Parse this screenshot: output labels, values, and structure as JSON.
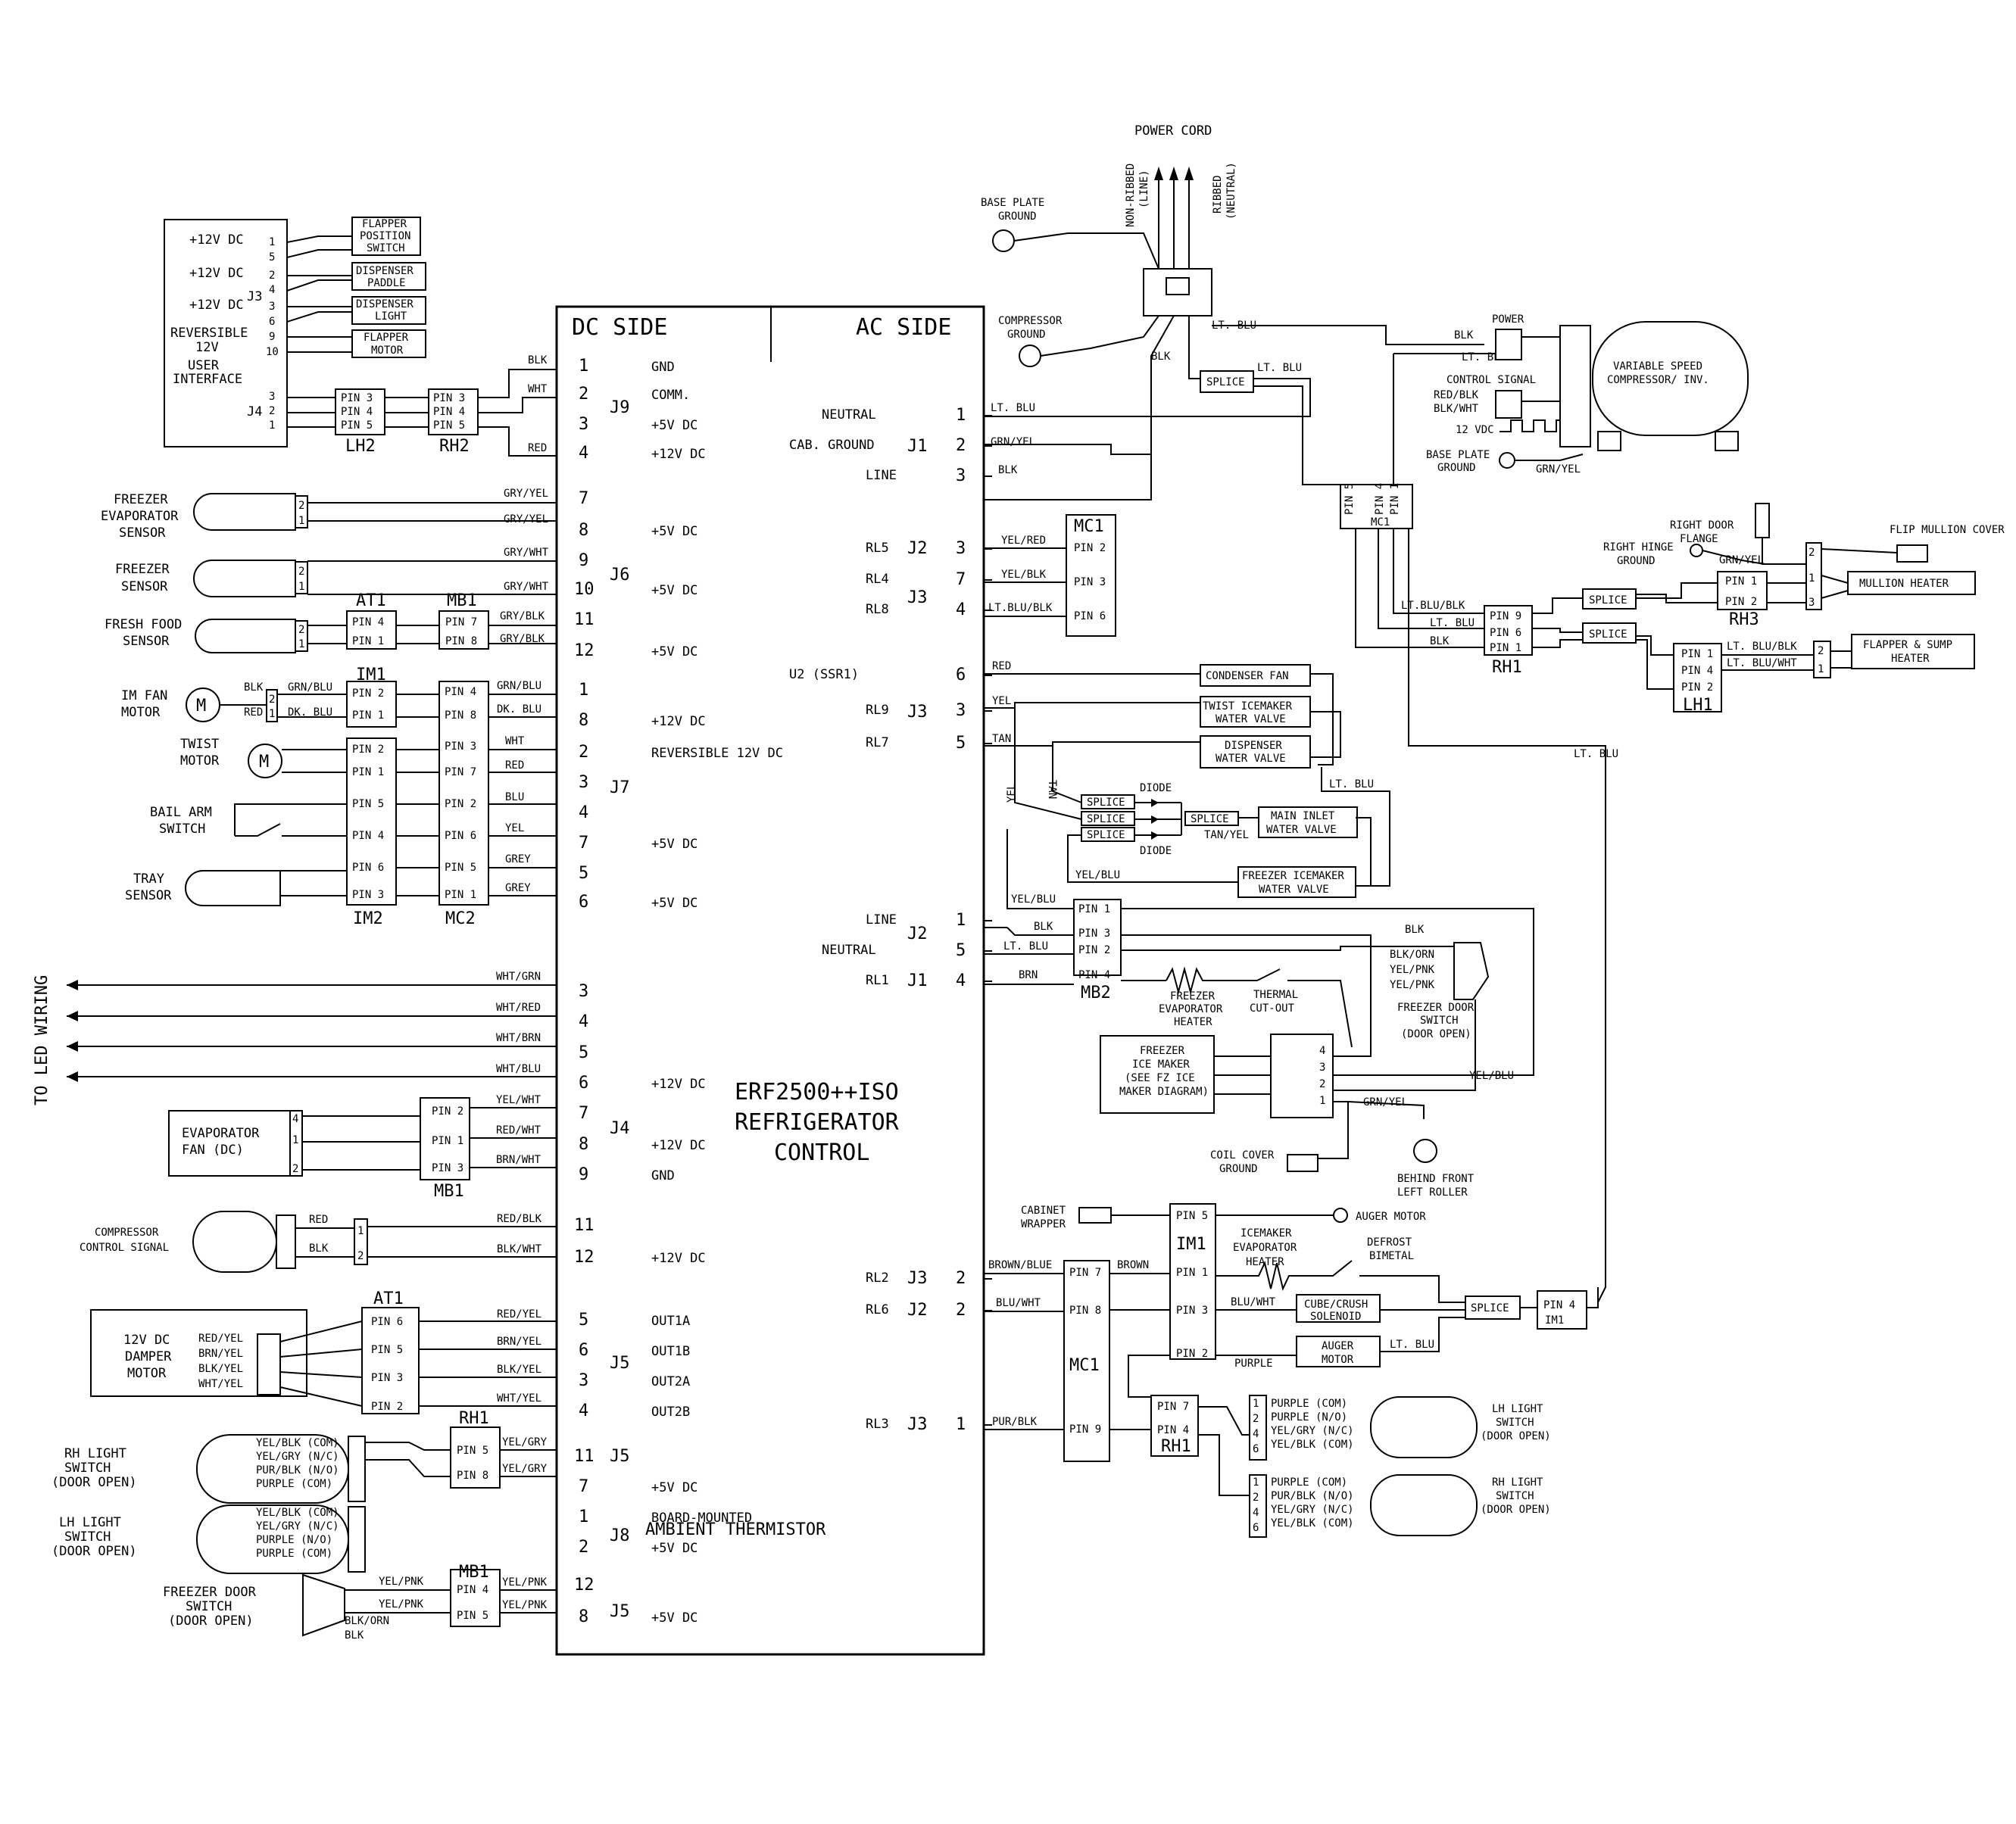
{
  "board": {
    "dc_side": "DC SIDE",
    "ac_side": "AC SIDE",
    "title": [
      "ERF2500++ISO",
      "REFRIGERATOR",
      "CONTROL"
    ]
  },
  "dc_headers": [
    {
      "pin": "1",
      "conn": "",
      "fn": "GND"
    },
    {
      "pin": "2",
      "conn": "J9",
      "fn": "COMM."
    },
    {
      "pin": "3",
      "conn": "",
      "fn": "+5V DC"
    },
    {
      "pin": "4",
      "conn": "",
      "fn": "+12V DC"
    },
    {
      "pin": "7",
      "conn": "",
      "fn": ""
    },
    {
      "pin": "8",
      "conn": "",
      "fn": "+5V DC"
    },
    {
      "pin": "9",
      "conn": "J6",
      "fn": ""
    },
    {
      "pin": "10",
      "conn": "",
      "fn": "+5V DC"
    },
    {
      "pin": "11",
      "conn": "",
      "fn": ""
    },
    {
      "pin": "12",
      "conn": "",
      "fn": "+5V DC"
    },
    {
      "pin": "1",
      "conn": "",
      "fn": ""
    },
    {
      "pin": "8",
      "conn": "",
      "fn": "+12V DC"
    },
    {
      "pin": "2",
      "conn": "",
      "fn": "REVERSIBLE 12V DC"
    },
    {
      "pin": "3",
      "conn": "J7",
      "fn": ""
    },
    {
      "pin": "4",
      "conn": "",
      "fn": ""
    },
    {
      "pin": "7",
      "conn": "",
      "fn": "+5V DC"
    },
    {
      "pin": "5",
      "conn": "",
      "fn": ""
    },
    {
      "pin": "6",
      "conn": "",
      "fn": "+5V DC"
    },
    {
      "pin": "3",
      "conn": "",
      "fn": ""
    },
    {
      "pin": "4",
      "conn": "",
      "fn": ""
    },
    {
      "pin": "5",
      "conn": "",
      "fn": ""
    },
    {
      "pin": "6",
      "conn": "",
      "fn": "+12V DC"
    },
    {
      "pin": "7",
      "conn": "J4",
      "fn": ""
    },
    {
      "pin": "8",
      "conn": "",
      "fn": "+12V DC"
    },
    {
      "pin": "9",
      "conn": "",
      "fn": "GND"
    },
    {
      "pin": "11",
      "conn": "",
      "fn": ""
    },
    {
      "pin": "12",
      "conn": "",
      "fn": "+12V DC"
    },
    {
      "pin": "5",
      "conn": "",
      "fn": "OUT1A"
    },
    {
      "pin": "6",
      "conn": "J5",
      "fn": "OUT1B"
    },
    {
      "pin": "3",
      "conn": "",
      "fn": "OUT2A"
    },
    {
      "pin": "4",
      "conn": "",
      "fn": "OUT2B"
    },
    {
      "pin": "11",
      "conn": "J5",
      "fn": ""
    },
    {
      "pin": "7",
      "conn": "",
      "fn": "+5V DC"
    },
    {
      "pin": "1",
      "conn": "J8",
      "fn": "BOARD-MOUNTED"
    },
    {
      "pin": "2",
      "conn": "",
      "fn": "+5V DC"
    },
    {
      "pin": "12",
      "conn": "J5",
      "fn": ""
    },
    {
      "pin": "8",
      "conn": "",
      "fn": "+5V DC"
    }
  ],
  "dc_extra": {
    "ambient": "AMBIENT THERMISTOR"
  },
  "ac_headers": [
    {
      "relay": "NEUTRAL",
      "conn": "",
      "pin": "1"
    },
    {
      "relay": "CAB. GROUND",
      "conn": "J1",
      "pin": "2"
    },
    {
      "relay": "LINE",
      "conn": "",
      "pin": "3"
    },
    {
      "relay": "RL5",
      "conn": "J2",
      "pin": "3"
    },
    {
      "relay": "RL4",
      "conn": "J3",
      "pin": "7"
    },
    {
      "relay": "RL8",
      "conn": "",
      "pin": "4"
    },
    {
      "relay": "U2 (SSR1)",
      "conn": "",
      "pin": "6"
    },
    {
      "relay": "RL9",
      "conn": "J3",
      "pin": "3"
    },
    {
      "relay": "RL7",
      "conn": "",
      "pin": "5"
    },
    {
      "relay": "LINE",
      "conn": "J2",
      "pin": "1"
    },
    {
      "relay": "NEUTRAL",
      "conn": "",
      "pin": "5"
    },
    {
      "relay": "RL1",
      "conn": "J1",
      "pin": "4"
    },
    {
      "relay": "RL2",
      "conn": "J3",
      "pin": "2"
    },
    {
      "relay": "RL6",
      "conn": "J2",
      "pin": "2"
    },
    {
      "relay": "RL3",
      "conn": "J3",
      "pin": "1"
    }
  ],
  "ui": {
    "rows": [
      "+12V DC",
      "+12V DC",
      "+12V DC",
      "REVERSIBLE",
      "12V",
      "USER",
      "INTERFACE"
    ],
    "pins": [
      "1",
      "5",
      "2",
      "4",
      "3",
      "6",
      "9",
      "10"
    ],
    "j3": "J3",
    "j4": "J4",
    "j4pins": [
      "3",
      "2",
      "1"
    ],
    "devices": [
      "FLAPPER",
      "POSITION",
      "SWITCH",
      "DISPENSER",
      "PADDLE",
      "DISPENSER",
      "LIGHT",
      "FLAPPER",
      "MOTOR"
    ]
  },
  "labels": {
    "power_cord": "POWER CORD",
    "non_ribbed": "NON-RIBBED",
    "line_p": "(LINE)",
    "ribbed": "RIBBED",
    "neutral_p": "(NEUTRAL)",
    "base_plate_ground": [
      "BASE PLATE",
      "GROUND"
    ],
    "compressor_ground": [
      "COMPRESSOR",
      "GROUND"
    ],
    "power": "POWER",
    "control_signal": "CONTROL SIGNAL",
    "vdc12": "12 VDC",
    "compressor": [
      "VARIABLE SPEED",
      "COMPRESSOR/ INV."
    ],
    "right_door_flange": [
      "RIGHT DOOR",
      "FLANGE"
    ],
    "flip_mullion_cover": "FLIP MULLION COVER",
    "right_hinge_ground": [
      "RIGHT HINGE",
      "GROUND"
    ],
    "mullion_heater": "MULLION HEATER",
    "flapper_sump": [
      "FLAPPER & SUMP",
      "HEATER"
    ],
    "splice": "SPLICE",
    "condenser_fan": "CONDENSER FAN",
    "twist_icemaker_valve": [
      "TWIST ICEMAKER",
      "WATER VALVE"
    ],
    "dispenser_valve": [
      "DISPENSER",
      "WATER VALVE"
    ],
    "main_inlet": [
      "MAIN INLET",
      "WATER VALVE"
    ],
    "freezer_icemaker_valve": [
      "FREEZER ICEMAKER",
      "WATER VALVE"
    ],
    "diode": "DIODE",
    "freezer_evap_sensor": [
      "FREEZER",
      "EVAPORATOR",
      "SENSOR"
    ],
    "freezer_sensor": [
      "FREEZER",
      "SENSOR"
    ],
    "fresh_food_sensor": [
      "FRESH FOOD",
      "SENSOR"
    ],
    "im_fan_motor": [
      "IM FAN",
      "MOTOR"
    ],
    "twist_motor": [
      "TWIST",
      "MOTOR"
    ],
    "bail_arm": [
      "BAIL ARM",
      "SWITCH"
    ],
    "tray_sensor": [
      "TRAY",
      "SENSOR"
    ],
    "to_led": "TO LED WIRING",
    "evap_fan": [
      "EVAPORATOR",
      "FAN (DC)"
    ],
    "comp_ctrl_signal": [
      "COMPRESSOR",
      "CONTROL SIGNAL"
    ],
    "damper": [
      "12V DC",
      "DAMPER",
      "MOTOR"
    ],
    "rh_light": [
      "RH LIGHT",
      "SWITCH",
      "(DOOR OPEN)"
    ],
    "lh_light": [
      "LH LIGHT",
      "SWITCH",
      "(DOOR OPEN)"
    ],
    "freezer_door_sw": [
      "FREEZER DOOR",
      "SWITCH",
      "(DOOR OPEN)"
    ],
    "freezer_evap_heater": [
      "FREEZER",
      "EVAPORATOR",
      "HEATER"
    ],
    "thermal_cutout": [
      "THERMAL",
      "CUT-OUT"
    ],
    "freezer_ice_maker": [
      "FREEZER",
      "ICE MAKER",
      "(SEE FZ ICE",
      "MAKER DIAGRAM)"
    ],
    "coil_cover_ground": [
      "COIL COVER",
      "GROUND"
    ],
    "behind_roller": [
      "BEHIND FRONT",
      "LEFT ROLLER"
    ],
    "cabinet_wrapper": [
      "CABINET",
      "WRAPPER"
    ],
    "auger_motor": "AUGER MOTOR",
    "icemaker_evap_heater": [
      "ICEMAKER",
      "EVAPORATOR",
      "HEATER"
    ],
    "defrost_bimetal": [
      "DEFROST",
      "BIMETAL"
    ],
    "cube_crush": [
      "CUBE/CRUSH",
      "SOLENOID"
    ],
    "auger_motor_box": [
      "AUGER",
      "MOTOR"
    ],
    "motor_m": "M"
  },
  "connectors": {
    "LH2": "LH2",
    "RH2": "RH2",
    "AT1": "AT1",
    "MB1": "MB1",
    "IM1": "IM1",
    "IM2": "IM2",
    "MC2": "MC2",
    "MC1": "MC1",
    "MB2": "MB2",
    "RH1": "RH1",
    "RH3": "RH3",
    "LH1": "LH1"
  },
  "pins": {
    "p1": "PIN 1",
    "p2": "PIN 2",
    "p3": "PIN 3",
    "p4": "PIN 4",
    "p5": "PIN 5",
    "p6": "PIN 6",
    "p7": "PIN 7",
    "p8": "PIN 8",
    "p9": "PIN 9"
  },
  "wires": {
    "blk": "BLK",
    "wht": "WHT",
    "red": "RED",
    "gry_yel": "GRY/YEL",
    "gry_wht": "GRY/WHT",
    "gry_blk": "GRY/BLK",
    "grn_blu": "GRN/BLU",
    "dk_blu": "DK. BLU",
    "blu": "BLU",
    "yel": "YEL",
    "grey": "GREY",
    "wht_grn": "WHT/GRN",
    "wht_red": "WHT/RED",
    "wht_brn": "WHT/BRN",
    "wht_blu": "WHT/BLU",
    "yel_wht": "YEL/WHT",
    "red_wht": "RED/WHT",
    "brn_wht": "BRN/WHT",
    "red_blk": "RED/BLK",
    "blk_wht": "BLK/WHT",
    "red_yel": "RED/YEL",
    "brn_yel": "BRN/YEL",
    "blk_yel": "BLK/YEL",
    "wht_yel": "WHT/YEL",
    "yel_gry": "YEL/GRY",
    "yel_pnk": "YEL/PNK",
    "blk_orn": "BLK/ORN",
    "lt_blu": "LT. BLU",
    "grn_yel": "GRN/YEL",
    "yel_red": "YEL/RED",
    "yel_blk": "YEL/BLK",
    "lt_blu_blk": "LT.BLU/BLK",
    "lt_blu_blk2": "LT. BLU/BLK",
    "lt_blu_wht": "LT. BLU/WHT",
    "tan": "TAN",
    "tan_yel": "TAN/YEL",
    "yel_blu": "YEL/BLU",
    "brn": "BRN",
    "brown_blue": "BROWN/BLUE",
    "brown": "BROWN",
    "blu_wht": "BLU/WHT",
    "pur_blk": "PUR/BLK",
    "purple": "PURPLE",
    "yel_blk_com": "YEL/BLK (COM)",
    "yel_gry_nc": "YEL/GRY (N/C)",
    "pur_blk_no": "PUR/BLK (N/O)",
    "purple_com": "PURPLE (COM)",
    "purple_no": "PURPLE (N/O)",
    "red_blk_ctrl": "RED/BLK",
    "blk_wht_ctrl": "BLK/WHT"
  }
}
